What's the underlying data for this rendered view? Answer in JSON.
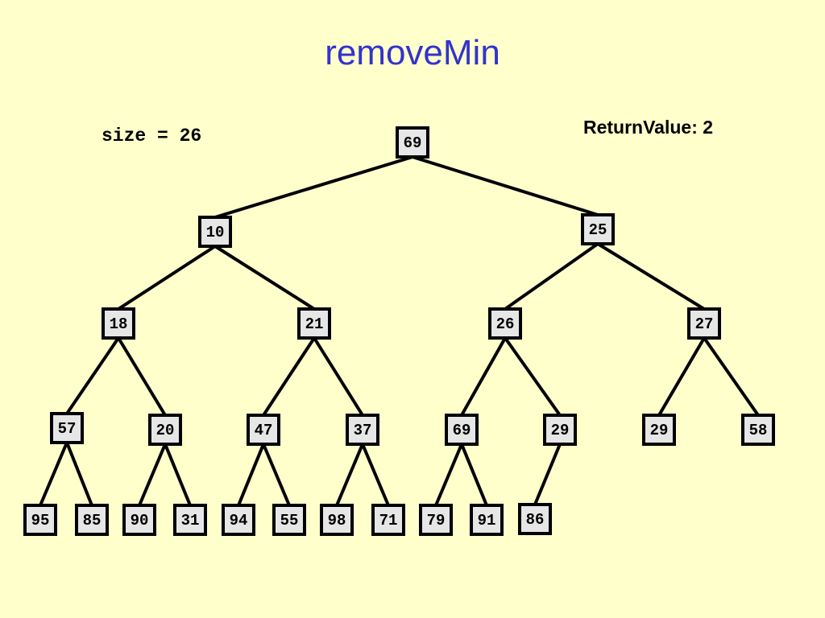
{
  "title": "removeMin",
  "size_label": "size = 26",
  "return_label": "ReturnValue: 2",
  "colors": {
    "background": "#ffffcc",
    "title": "#3333cc",
    "node_fill": "#e6e6e6"
  },
  "nodes": [
    {
      "id": "n0",
      "value": "69"
    },
    {
      "id": "n1",
      "value": "10"
    },
    {
      "id": "n2",
      "value": "25"
    },
    {
      "id": "n3",
      "value": "18"
    },
    {
      "id": "n4",
      "value": "21"
    },
    {
      "id": "n5",
      "value": "26"
    },
    {
      "id": "n6",
      "value": "27"
    },
    {
      "id": "n7",
      "value": "57"
    },
    {
      "id": "n8",
      "value": "20"
    },
    {
      "id": "n9",
      "value": "47"
    },
    {
      "id": "n10",
      "value": "37"
    },
    {
      "id": "n11",
      "value": "69"
    },
    {
      "id": "n12",
      "value": "29"
    },
    {
      "id": "n13",
      "value": "29"
    },
    {
      "id": "n14",
      "value": "58"
    },
    {
      "id": "n15",
      "value": "95"
    },
    {
      "id": "n16",
      "value": "85"
    },
    {
      "id": "n17",
      "value": "90"
    },
    {
      "id": "n18",
      "value": "31"
    },
    {
      "id": "n19",
      "value": "94"
    },
    {
      "id": "n20",
      "value": "55"
    },
    {
      "id": "n21",
      "value": "98"
    },
    {
      "id": "n22",
      "value": "71"
    },
    {
      "id": "n23",
      "value": "79"
    },
    {
      "id": "n24",
      "value": "91"
    },
    {
      "id": "n25",
      "value": "86"
    }
  ],
  "edges": [
    [
      "n0",
      "n1"
    ],
    [
      "n0",
      "n2"
    ],
    [
      "n1",
      "n3"
    ],
    [
      "n1",
      "n4"
    ],
    [
      "n2",
      "n5"
    ],
    [
      "n2",
      "n6"
    ],
    [
      "n3",
      "n7"
    ],
    [
      "n3",
      "n8"
    ],
    [
      "n4",
      "n9"
    ],
    [
      "n4",
      "n10"
    ],
    [
      "n5",
      "n11"
    ],
    [
      "n5",
      "n12"
    ],
    [
      "n6",
      "n13"
    ],
    [
      "n6",
      "n14"
    ],
    [
      "n7",
      "n15"
    ],
    [
      "n7",
      "n16"
    ],
    [
      "n8",
      "n17"
    ],
    [
      "n8",
      "n18"
    ],
    [
      "n9",
      "n19"
    ],
    [
      "n9",
      "n20"
    ],
    [
      "n10",
      "n21"
    ],
    [
      "n10",
      "n22"
    ],
    [
      "n11",
      "n23"
    ],
    [
      "n11",
      "n24"
    ],
    [
      "n12",
      "n25"
    ]
  ]
}
